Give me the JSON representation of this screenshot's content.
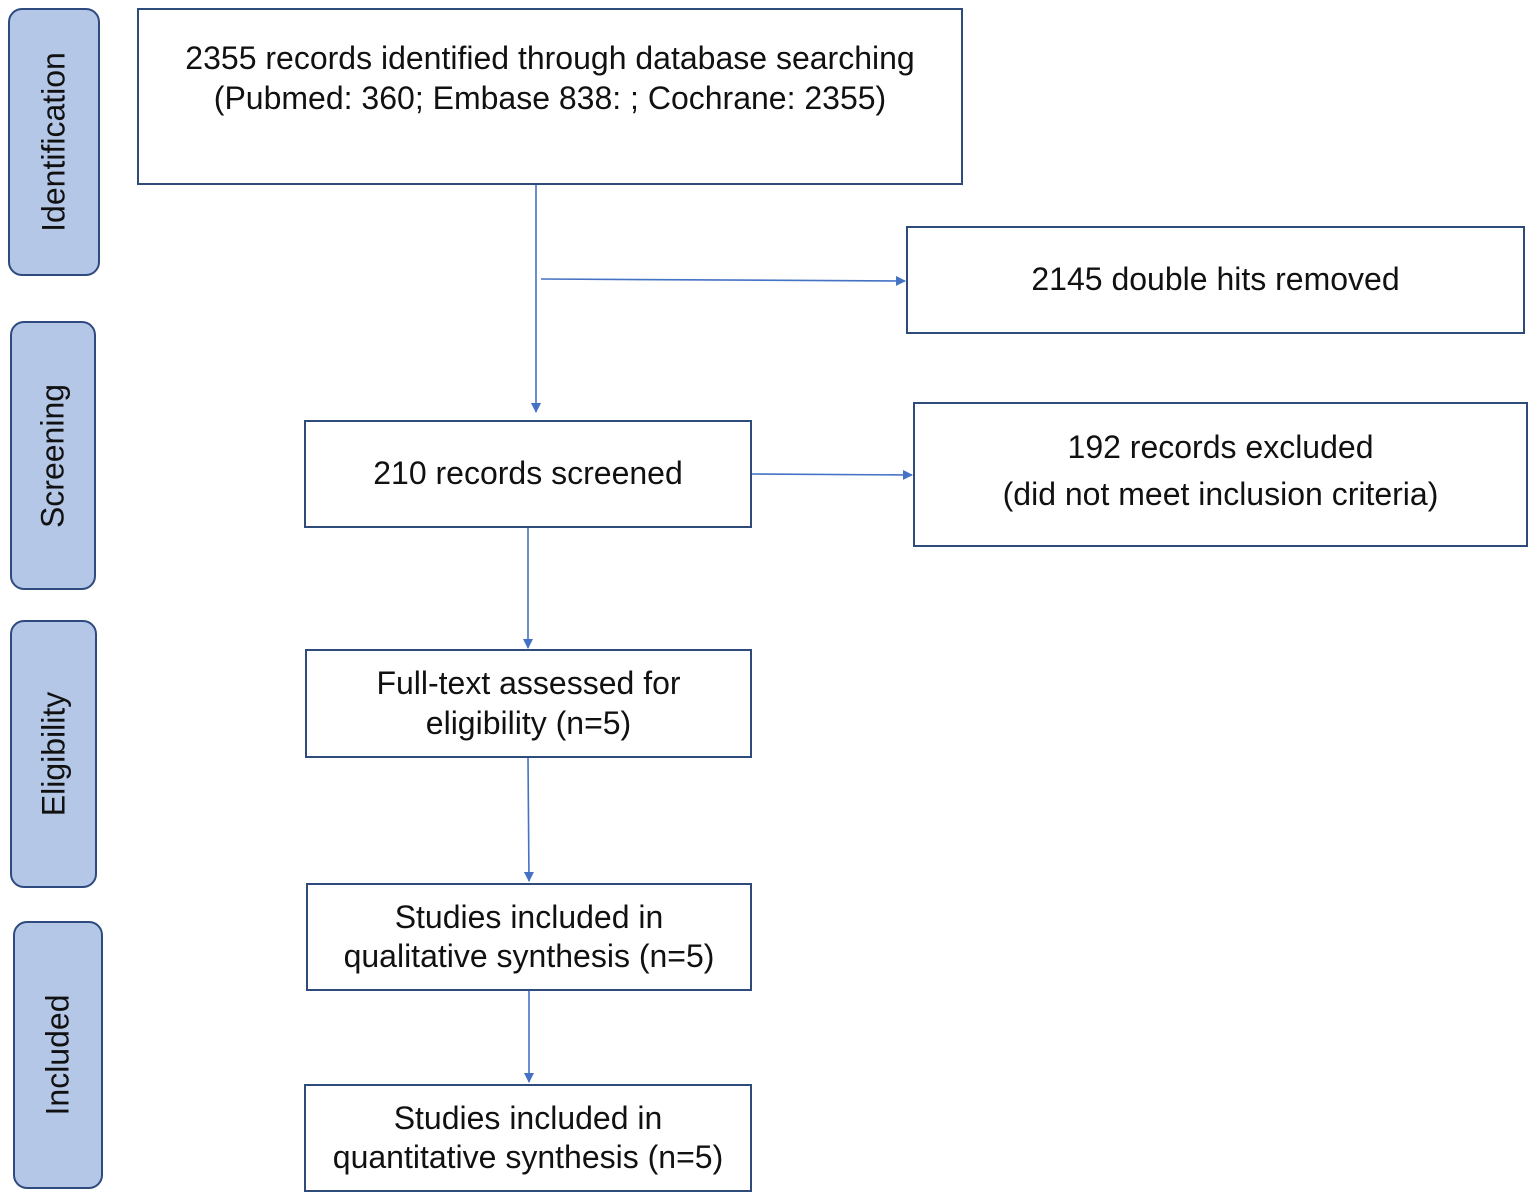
{
  "colors": {
    "stage_fill": "#b4c7e7",
    "stage_border": "#2e4a7f",
    "box_border": "#2f4b7c",
    "arrow": "#4472c4"
  },
  "stages": {
    "identification": "Identification",
    "screening": "Screening",
    "eligibility": "Eligibility",
    "included": "Included"
  },
  "boxes": {
    "records_identified": {
      "line1": "2355 records identified through database searching",
      "line2": "(Pubmed: 360; Embase 838: ; Cochrane: 2355)"
    },
    "double_hits_removed": {
      "line1": "2145 double hits removed"
    },
    "records_screened": {
      "line1": "210 records screened"
    },
    "records_excluded": {
      "line1": "192 records excluded",
      "line2": "(did not meet inclusion criteria)"
    },
    "full_text_assessed": {
      "line1": "Full-text assessed for",
      "line2": "eligibility (n=5)"
    },
    "qualitative_synthesis": {
      "line1": "Studies included in",
      "line2": "qualitative synthesis (n=5)"
    },
    "quantitative_synthesis": {
      "line1": "Studies included in",
      "line2": "quantitative synthesis (n=5)"
    }
  }
}
